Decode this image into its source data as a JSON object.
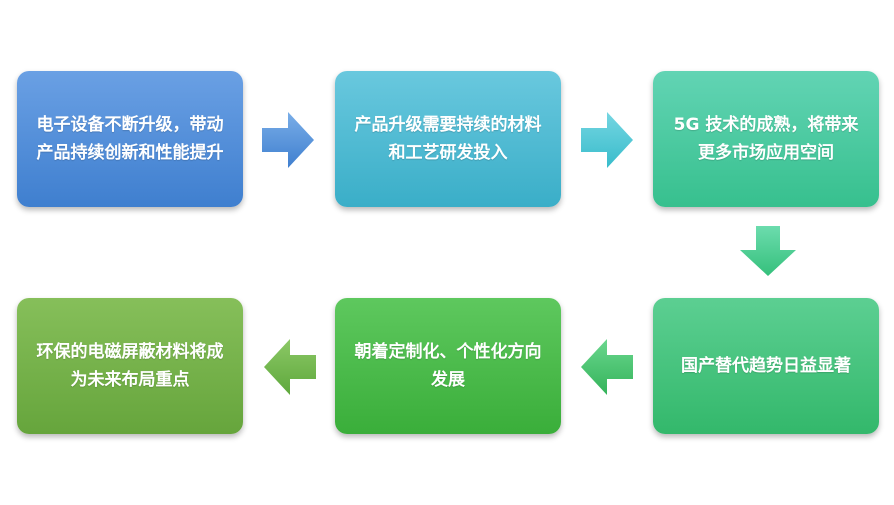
{
  "steps": [
    {
      "line1": "电子设备不断升级，带动",
      "line2": "产品持续创新和性能提升"
    },
    {
      "line1": "产品升级需要持续的材料",
      "line2": "和工艺研发投入"
    },
    {
      "line1": "5G 技术的成熟，将带来",
      "line2": "更多市场应用空间"
    },
    {
      "line1": "国产替代趋势日益显著",
      "line2": ""
    },
    {
      "line1": "朝着定制化、个性化方向",
      "line2": "发展"
    },
    {
      "line1": "环保的电磁屏蔽材料将成",
      "line2": "为未来布局重点"
    }
  ],
  "colors": {
    "step1": [
      "#6aa0e4",
      "#3f7fcf"
    ],
    "step2": [
      "#69c8de",
      "#3aaec8"
    ],
    "step3": [
      "#62d4b4",
      "#37c08e"
    ],
    "step4": [
      "#5ccf92",
      "#33b86b"
    ],
    "step5": [
      "#5ec85e",
      "#3aae3a"
    ],
    "step6": [
      "#86bf5a",
      "#66a53c"
    ]
  },
  "icons": [
    "arrow-right-icon",
    "arrow-right-icon",
    "arrow-down-icon",
    "arrow-left-icon",
    "arrow-left-icon"
  ]
}
